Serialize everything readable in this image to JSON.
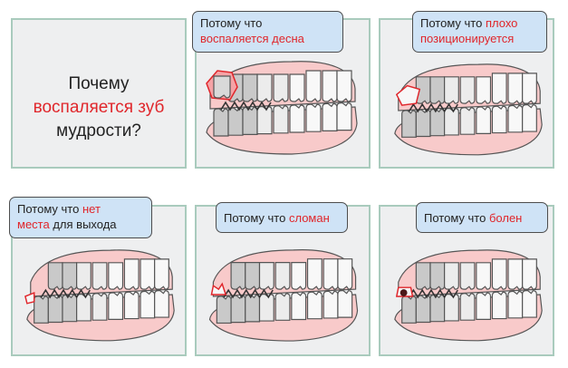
{
  "question": {
    "line1": "Почему",
    "line2": "воспаляется зуб",
    "line3": "мудрости?"
  },
  "colors": {
    "accent": "#e0262b",
    "gum": "#f8caca",
    "panel_bg": "#eeeff0",
    "panel_border": "#a9cbbd",
    "bubble_bg": "#cfe3f6"
  },
  "panels": [
    {
      "prefix": "Потому что",
      "highlight": "воспаляется десна",
      "suffix": ""
    },
    {
      "prefix": "Потому что",
      "highlight": "плохо позиционируется",
      "suffix": ""
    },
    {
      "prefix": "Потому что",
      "highlight": "нет места",
      "suffix": "для выхода"
    },
    {
      "prefix": "Потому что",
      "highlight": "сломан",
      "suffix": ""
    },
    {
      "prefix": "Потому что",
      "highlight": "болен",
      "suffix": ""
    }
  ]
}
